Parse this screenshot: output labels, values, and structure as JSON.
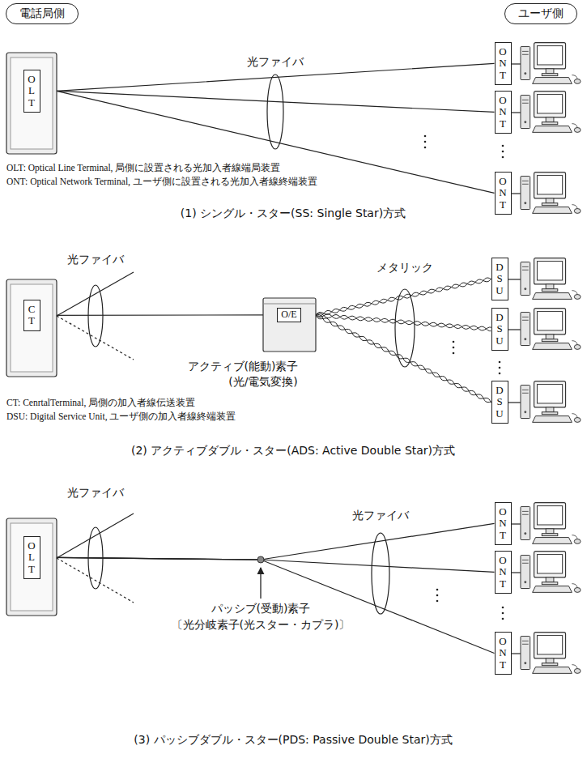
{
  "diagram": {
    "nodes": [
      {
        "text": [
          "電話局側"
        ]
      },
      {
        "text": [
          "ユーザ側"
        ]
      },
      {
        "text": [
          "OLT"
        ]
      },
      {
        "text": [
          "ONT"
        ]
      },
      {
        "text": [
          "ONT"
        ]
      },
      {
        "text": [
          "ONT"
        ]
      },
      {
        "text": [
          "CT"
        ]
      },
      {
        "text": [
          "O/E"
        ]
      },
      {
        "text": [
          "DSU"
        ]
      },
      {
        "text": [
          "DSU"
        ]
      },
      {
        "text": [
          "DSU"
        ]
      },
      {
        "text": [
          "OLT"
        ]
      },
      {
        "text": [
          "ONT"
        ]
      },
      {
        "text": [
          "ONT"
        ]
      },
      {
        "text": [
          "ONT"
        ]
      }
    ],
    "edges": [
      {
        "from": 2,
        "to": 3,
        "arrow": "none"
      },
      {
        "from": 2,
        "to": 4,
        "arrow": "none"
      },
      {
        "from": 2,
        "to": 5,
        "arrow": "none"
      },
      {
        "from": 6,
        "to": 7,
        "arrow": "none"
      },
      {
        "from": 7,
        "to": 8,
        "arrow": "none"
      },
      {
        "from": 7,
        "to": 9,
        "arrow": "none"
      },
      {
        "from": 7,
        "to": 10,
        "arrow": "none"
      },
      {
        "from": 11,
        "to": 12,
        "arrow": "none"
      },
      {
        "from": 11,
        "to": 13,
        "arrow": "none"
      },
      {
        "from": 11,
        "to": 14,
        "arrow": "none"
      }
    ],
    "labels": [
      "光ファイバ",
      "OLT: Optical Line Terminal, 局側に設置される光加入者線端局装置",
      "ONT: Optical Network Terminal, ユーザ側に設置される光加入者線終端装置",
      "(1) シングル・スター(SS: Single Star)方式",
      "光ファイバ",
      "メタリック",
      "アクティブ(能動)素子",
      "(光/電気変換)",
      "CT: CenrtalTerminal, 局側の加入者線伝送装置",
      "DSU: Digital Service Unit, ユーザ側の加入者線終端装置",
      "(2) アクティブダブル・スター(ADS: Active Double Star)方式",
      "光ファイバ",
      "光ファイバ",
      "パッシブ(受動)素子",
      "〔光分岐素子(光スター・カプラ)〕",
      "(3) パッシブダブル・スター(PDS: Passive Double Star)方式"
    ]
  }
}
